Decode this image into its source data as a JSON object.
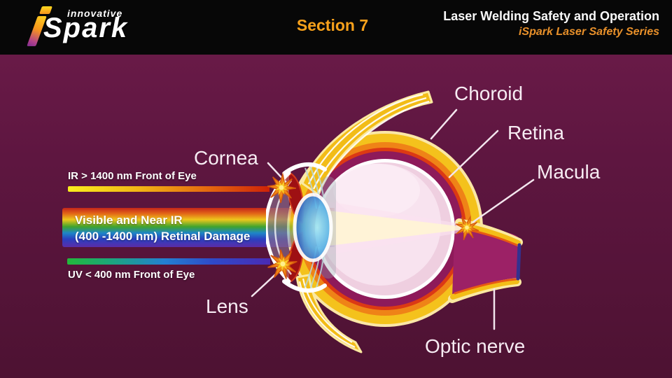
{
  "header": {
    "logo": {
      "top_word": "innovative",
      "brand": "Spark"
    },
    "section_label": "Section 7",
    "title": "Laser Welding Safety and Operation",
    "subtitle": "iSpark Laser Safety Series"
  },
  "diagram": {
    "anatomy_labels": {
      "choroid": "Choroid",
      "retina": "Retina",
      "macula": "Macula",
      "cornea": "Cornea",
      "lens": "Lens",
      "optic_nerve": "Optic nerve"
    },
    "beams": {
      "ir": {
        "label": "IR > 1400 nm Front of Eye"
      },
      "visible": {
        "line1": "Visible and Near IR",
        "line2": "(400 -1400 nm) Retinal Damage"
      },
      "uv": {
        "label": "UV < 400 nm Front of Eye"
      }
    },
    "colors": {
      "slide_background": "#5E1640",
      "header_background": "#070707",
      "accent_orange": "#F7A11B",
      "sclera_yellow": "#F4C21C",
      "sclera_orange": "#EF8317",
      "sclera_red": "#DC3914",
      "choroid_magenta": "#8E1A5A",
      "retina_white": "#FFFFFF",
      "interior_pink": "#F8E3EF",
      "optic_nerve_magenta": "#9C2166",
      "lens_blue": "#2E66C8",
      "starburst_orange": "#EF8A16"
    }
  }
}
